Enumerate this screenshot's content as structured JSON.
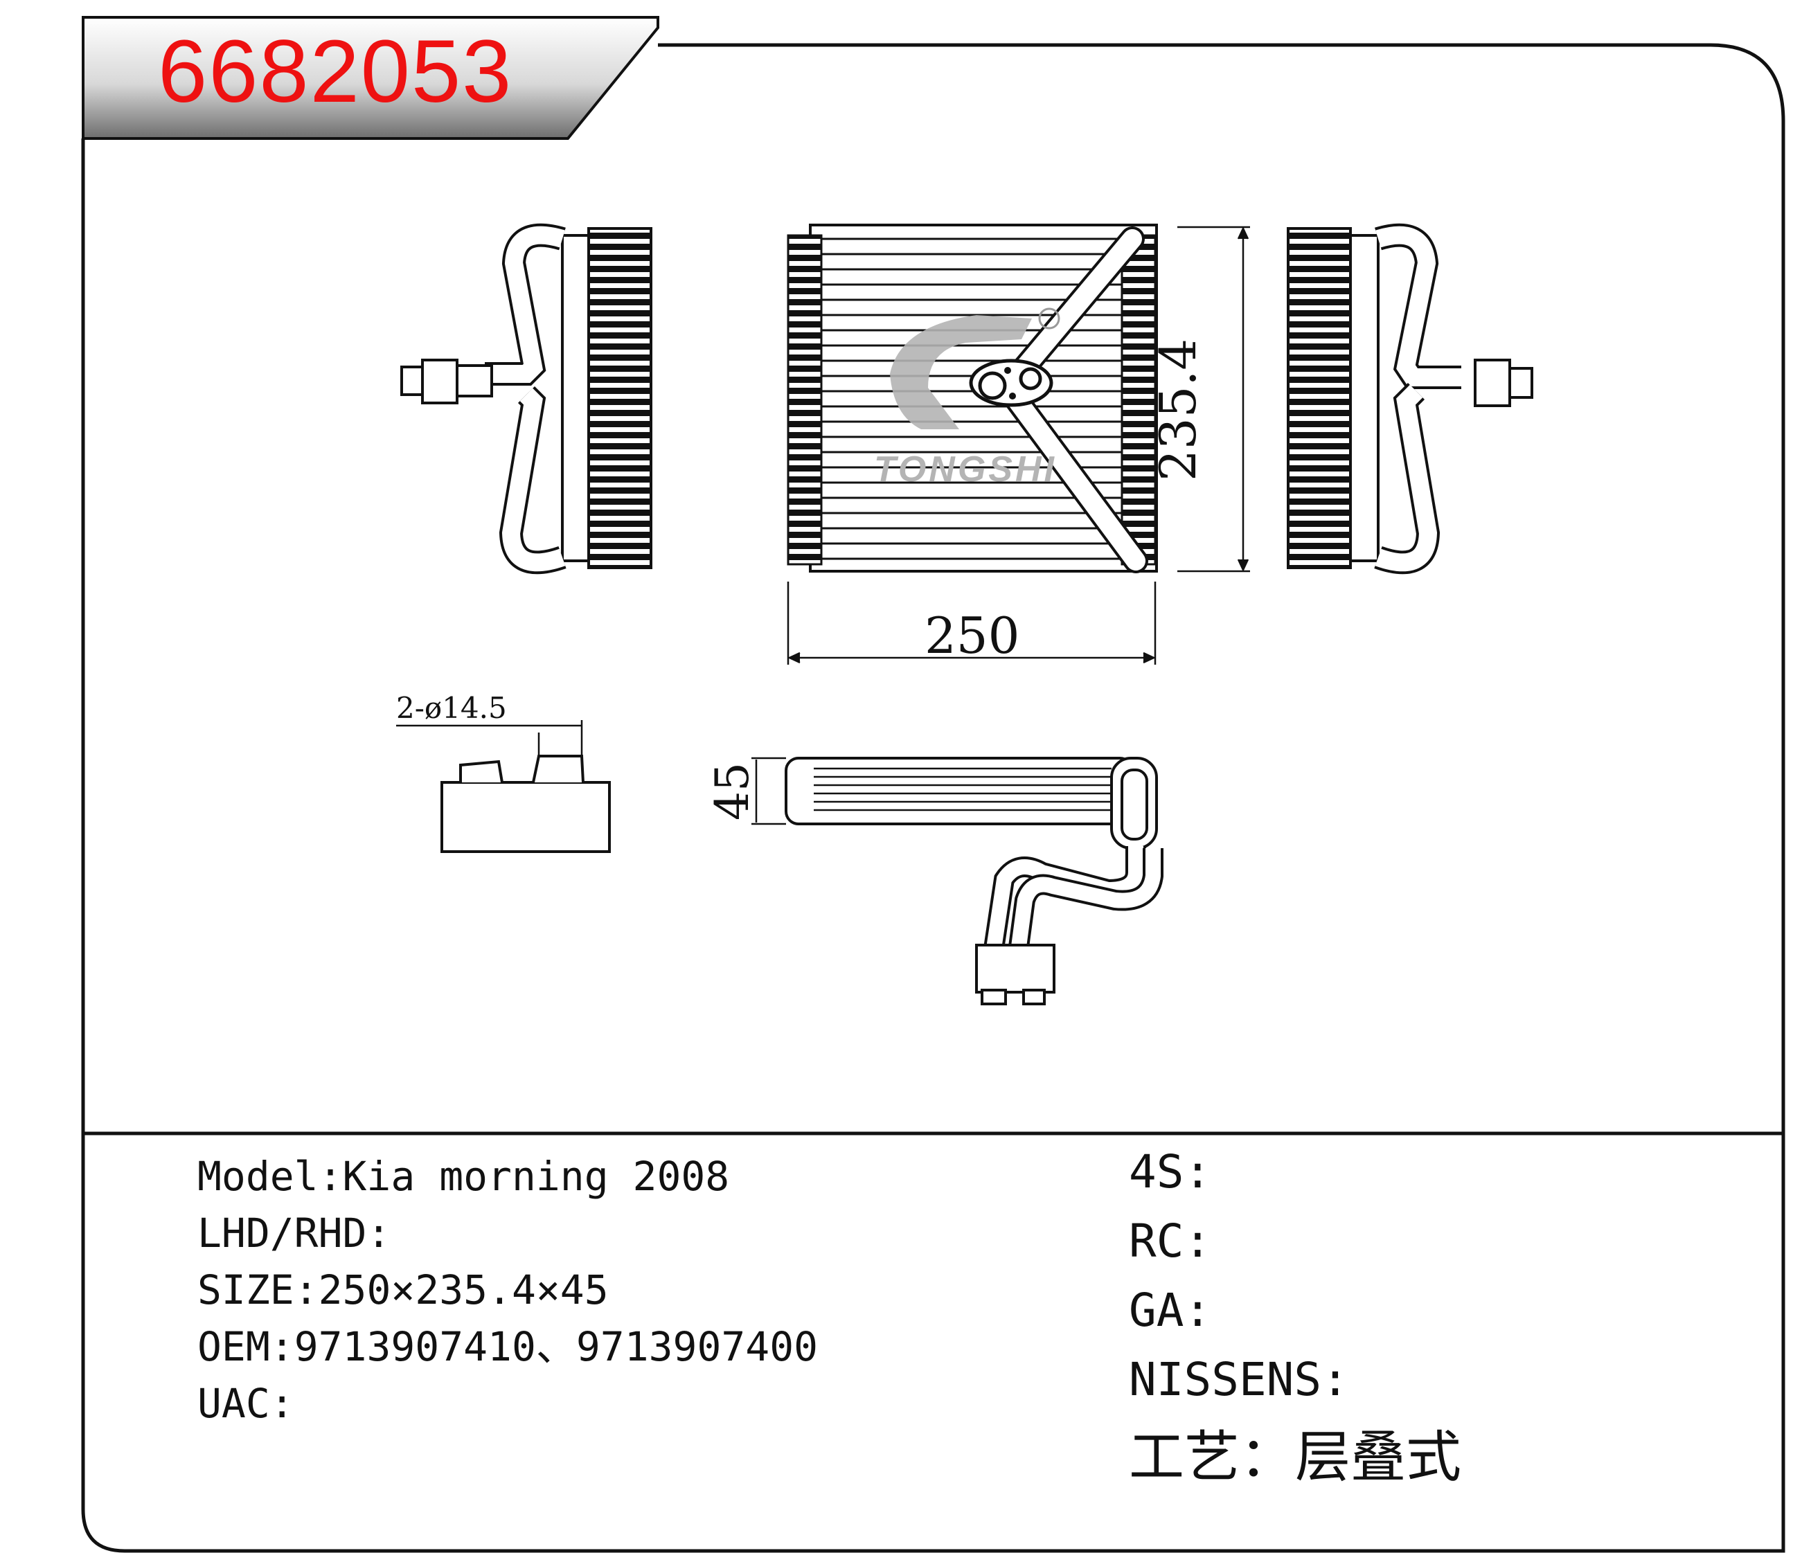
{
  "part_number": "6682053",
  "brand_watermark": "TONGSHI",
  "dimensions": {
    "width": "250",
    "height": "235.4",
    "depth": "45",
    "pipe": "2-ø14.5"
  },
  "specs_left": [
    {
      "label": "Model:",
      "value": "Kia morning 2008"
    },
    {
      "label": "LHD/RHD:",
      "value": ""
    },
    {
      "label": "SIZE:",
      "value": "250×235.4×45"
    },
    {
      "label": "OEM:",
      "value": "9713907410、9713907400"
    },
    {
      "label": "UAC:",
      "value": ""
    }
  ],
  "specs_right": [
    {
      "label": "4S:",
      "value": ""
    },
    {
      "label": "RC:",
      "value": ""
    },
    {
      "label": "GA:",
      "value": ""
    },
    {
      "label": "NISSENS:",
      "value": ""
    },
    {
      "label": "工艺：",
      "value": "层叠式"
    }
  ],
  "colors": {
    "part_number": "#ee1111",
    "line": "#111111",
    "watermark": "#b4b4b4"
  }
}
